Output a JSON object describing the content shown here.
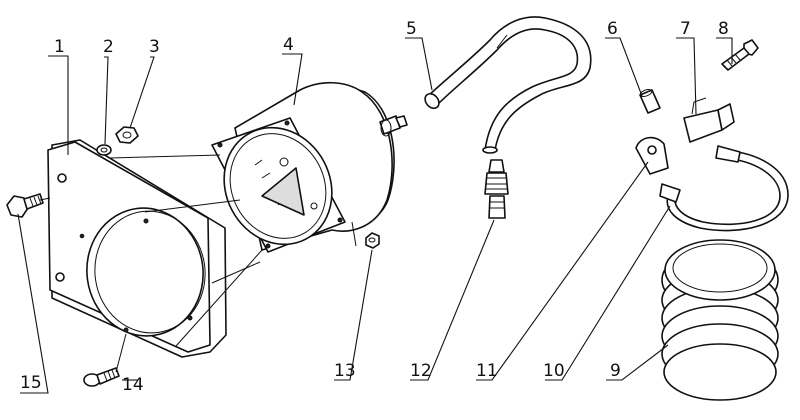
{
  "figure": {
    "callouts": [
      {
        "id": "c1",
        "label": "1"
      },
      {
        "id": "c2",
        "label": "2"
      },
      {
        "id": "c3",
        "label": "3"
      },
      {
        "id": "c4",
        "label": "4"
      },
      {
        "id": "c5",
        "label": "5"
      },
      {
        "id": "c6",
        "label": "6"
      },
      {
        "id": "c7",
        "label": "7"
      },
      {
        "id": "c8",
        "label": "8"
      },
      {
        "id": "c9",
        "label": "9"
      },
      {
        "id": "c10",
        "label": "10"
      },
      {
        "id": "c11",
        "label": "11"
      },
      {
        "id": "c12",
        "label": "12"
      },
      {
        "id": "c13",
        "label": "13"
      },
      {
        "id": "c14",
        "label": "14"
      },
      {
        "id": "c15",
        "label": "15"
      }
    ]
  }
}
